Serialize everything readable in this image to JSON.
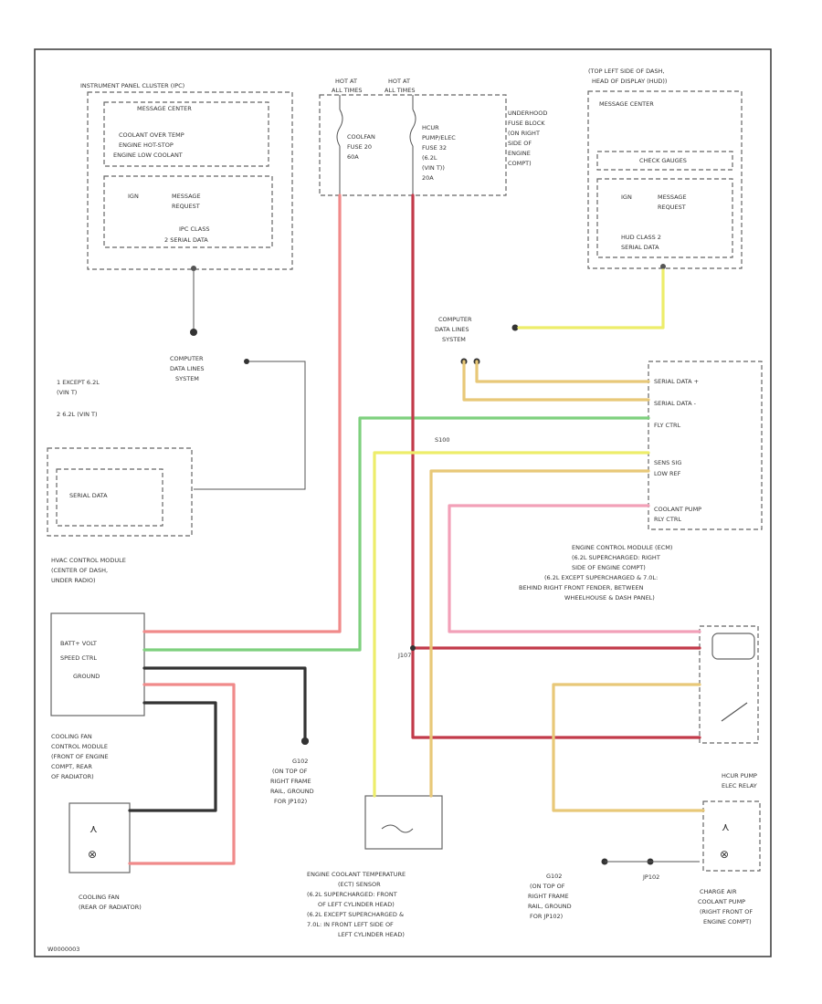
{
  "colors": {
    "red": "#f08a8a",
    "red_dark": "#c23a4a",
    "green": "#7ed07e",
    "yellow": "#eded6a",
    "tan": "#e8c878",
    "black": "#333333",
    "pink": "#f2a0b8"
  },
  "labels": {
    "ipc": "INSTRUMENT PANEL CLUSTER (IPC)",
    "msg_center": "MESSAGE CENTER",
    "coolant_msgs": [
      "COOLANT OVER TEMP",
      "ENGINE HOT-STOP",
      "ENGINE LOW COOLANT"
    ],
    "ign": "IGN",
    "msg_req": "MESSAGE",
    "msg_req2": "REQUEST",
    "ipc_class": "IPC CLASS",
    "serial_data_lbl": "2 SERIAL DATA",
    "hot_at_1": "HOT AT",
    "hot_at_1b": "ALL TIMES",
    "hot_at_2": "HOT AT",
    "hot_at_2b": "ALL TIMES",
    "coolfan_fuse": [
      "COOLFAN",
      "FUSE 20",
      "60A"
    ],
    "hcur_fuse": [
      "HCUR",
      "PUMP/ELEC",
      "FUSE 32",
      "(6.2L",
      "(VIN T))",
      "20A"
    ],
    "underhood": [
      "UNDERHOOD",
      "FUSE BLOCK",
      "(ON RIGHT",
      "SIDE OF",
      "ENGINE",
      "COMPT)"
    ],
    "hud": [
      "(TOP LEFT SIDE OF DASH,",
      "HEAD OF DISPLAY (HUD))"
    ],
    "hud_msg": "MESSAGE CENTER",
    "check_gauges": "CHECK GAUGES",
    "hud_class": "HUD CLASS 2",
    "hud_serial": "SERIAL DATA",
    "cdls_1": [
      "COMPUTER",
      "DATA LINES",
      "SYSTEM"
    ],
    "cdls_2": [
      "COMPUTER",
      "DATA LINES",
      "SYSTEM"
    ],
    "notes": [
      "1  EXCEPT 6.2L",
      "   (VIN T)",
      "2  6.2L (VIN T)"
    ],
    "serial_data": "SERIAL DATA",
    "hvac": [
      "HVAC CONTROL MODULE",
      "(CENTER OF DASH,",
      "UNDER RADIO)"
    ],
    "ecm_pins": [
      "SERIAL DATA +",
      "SERIAL DATA -",
      "FLY CTRL",
      "SENS SIG",
      "LOW REF",
      "COOLANT PUMP",
      "RLY CTRL"
    ],
    "ecm": [
      "ENGINE CONTROL MODULE (ECM)",
      "(6.2L SUPERCHARGED: RIGHT",
      "SIDE OF ENGINE COMPT)",
      "(6.2L EXCEPT SUPERCHARGED & 7.0L:",
      "BEHIND RIGHT FRONT FENDER, BETWEEN",
      "WHEELHOUSE & DASH PANEL)"
    ],
    "fan_mod_pins": [
      "BATT+ VOLT",
      "SPEED CTRL",
      "GROUND"
    ],
    "fan_mod": [
      "COOLING FAN",
      "CONTROL MODULE",
      "(FRONT OF ENGINE",
      "COMPT, REAR",
      "OF RADIATOR)"
    ],
    "g102": [
      "G102",
      "(ON TOP OF",
      "RIGHT FRAME",
      "RAIL, GROUND",
      "FOR JP102)"
    ],
    "ect": [
      "ENGINE COOLANT TEMPERATURE",
      "(ECT) SENSOR",
      "(6.2L SUPERCHARGED: FRONT",
      "OF LEFT CYLINDER HEAD)",
      "(6.2L EXCEPT SUPERCHARGED &",
      "7.0L: IN FRONT LEFT SIDE OF",
      "LEFT CYLINDER HEAD)"
    ],
    "g102b": [
      "G102",
      "(ON TOP OF",
      "RIGHT FRAME",
      "RAIL, GROUND",
      "FOR JP102)"
    ],
    "relay": [
      "HCUR PUMP",
      "ELEC RELAY"
    ],
    "cooling_fan": [
      "COOLING FAN",
      "(REAR OF RADIATOR)"
    ],
    "charge_pump": [
      "CHARGE AIR",
      "COOLANT PUMP",
      "(RIGHT FRONT OF",
      "ENGINE COMPT)"
    ],
    "jp102": "JP102",
    "jp107": "J107",
    "s100": "S100",
    "footer": "W0000003"
  }
}
